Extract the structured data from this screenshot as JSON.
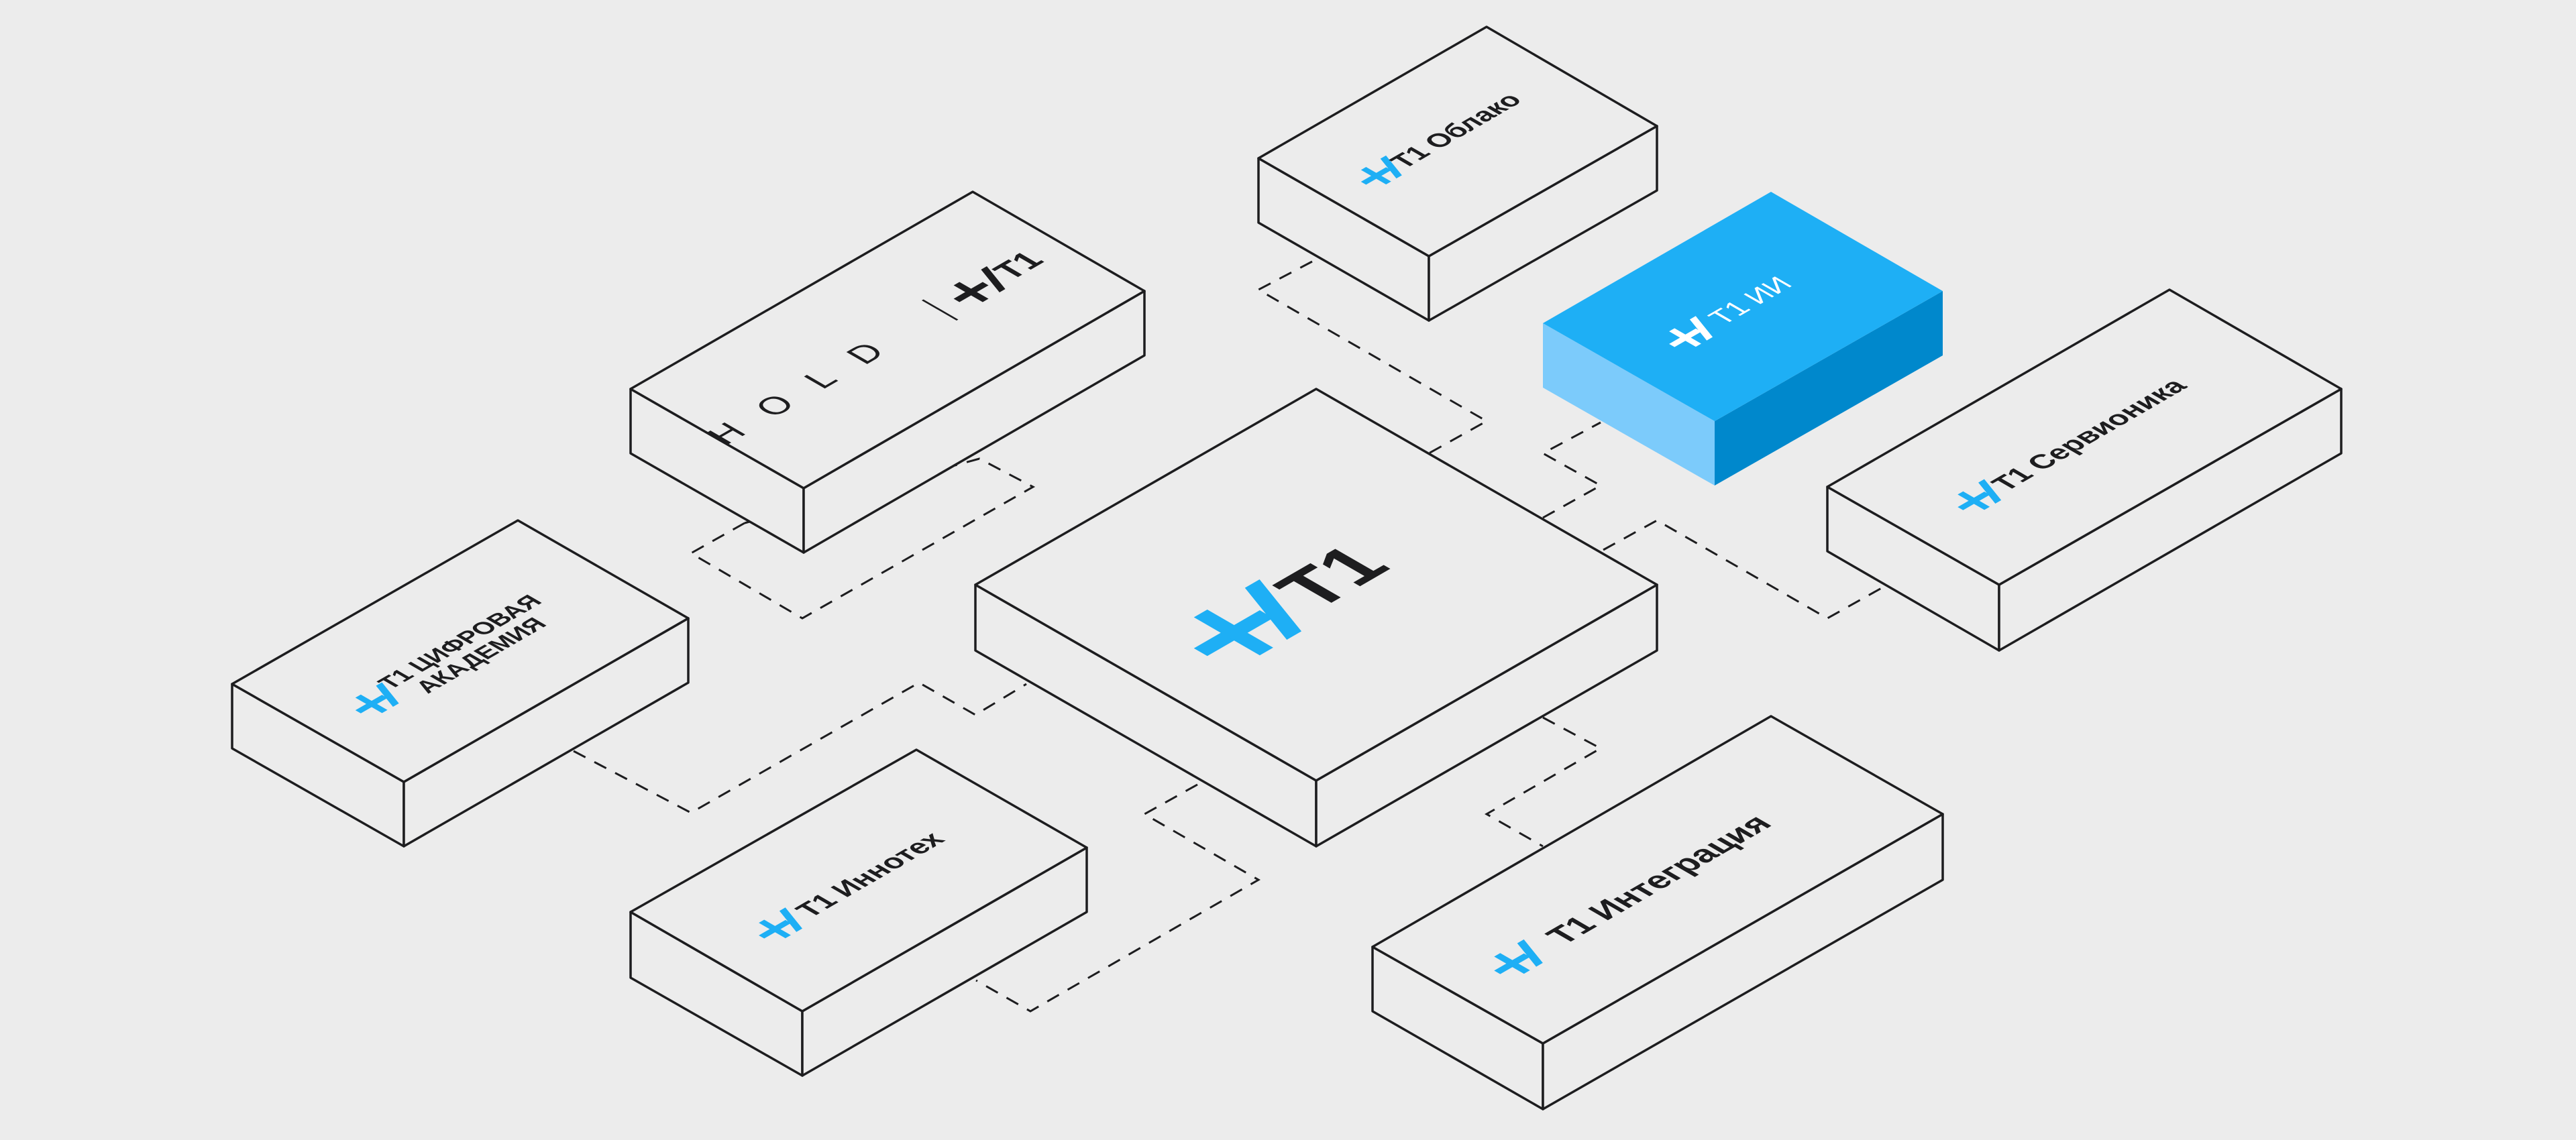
{
  "palette": {
    "background": "#ececec",
    "stroke": "#1d1d1f",
    "accent": "#1eaff5",
    "accent_light": "#7ccbfb",
    "accent_dark": "#0088cc",
    "text_dark": "#1d1d1f",
    "text_light": "#ffffff"
  },
  "logo": {
    "icon": "plus-bar-logo-icon",
    "mark": "T1"
  },
  "center": {
    "label": "T1"
  },
  "blocks": {
    "oblako": {
      "label": "T1 Облако"
    },
    "ii": {
      "label": "T1 ИИ"
    },
    "servionika": {
      "label": "T1 Сервионика"
    },
    "integration": {
      "label": "T1 Интеграция"
    },
    "innotech": {
      "label": "T1 Иннотех"
    },
    "academy": {
      "label_line1": "T1 ЦИФРОВАЯ",
      "label_line2": "АКАДЕМИЯ"
    },
    "holding": {
      "label": "T1",
      "wordmark": "HOLD"
    }
  }
}
